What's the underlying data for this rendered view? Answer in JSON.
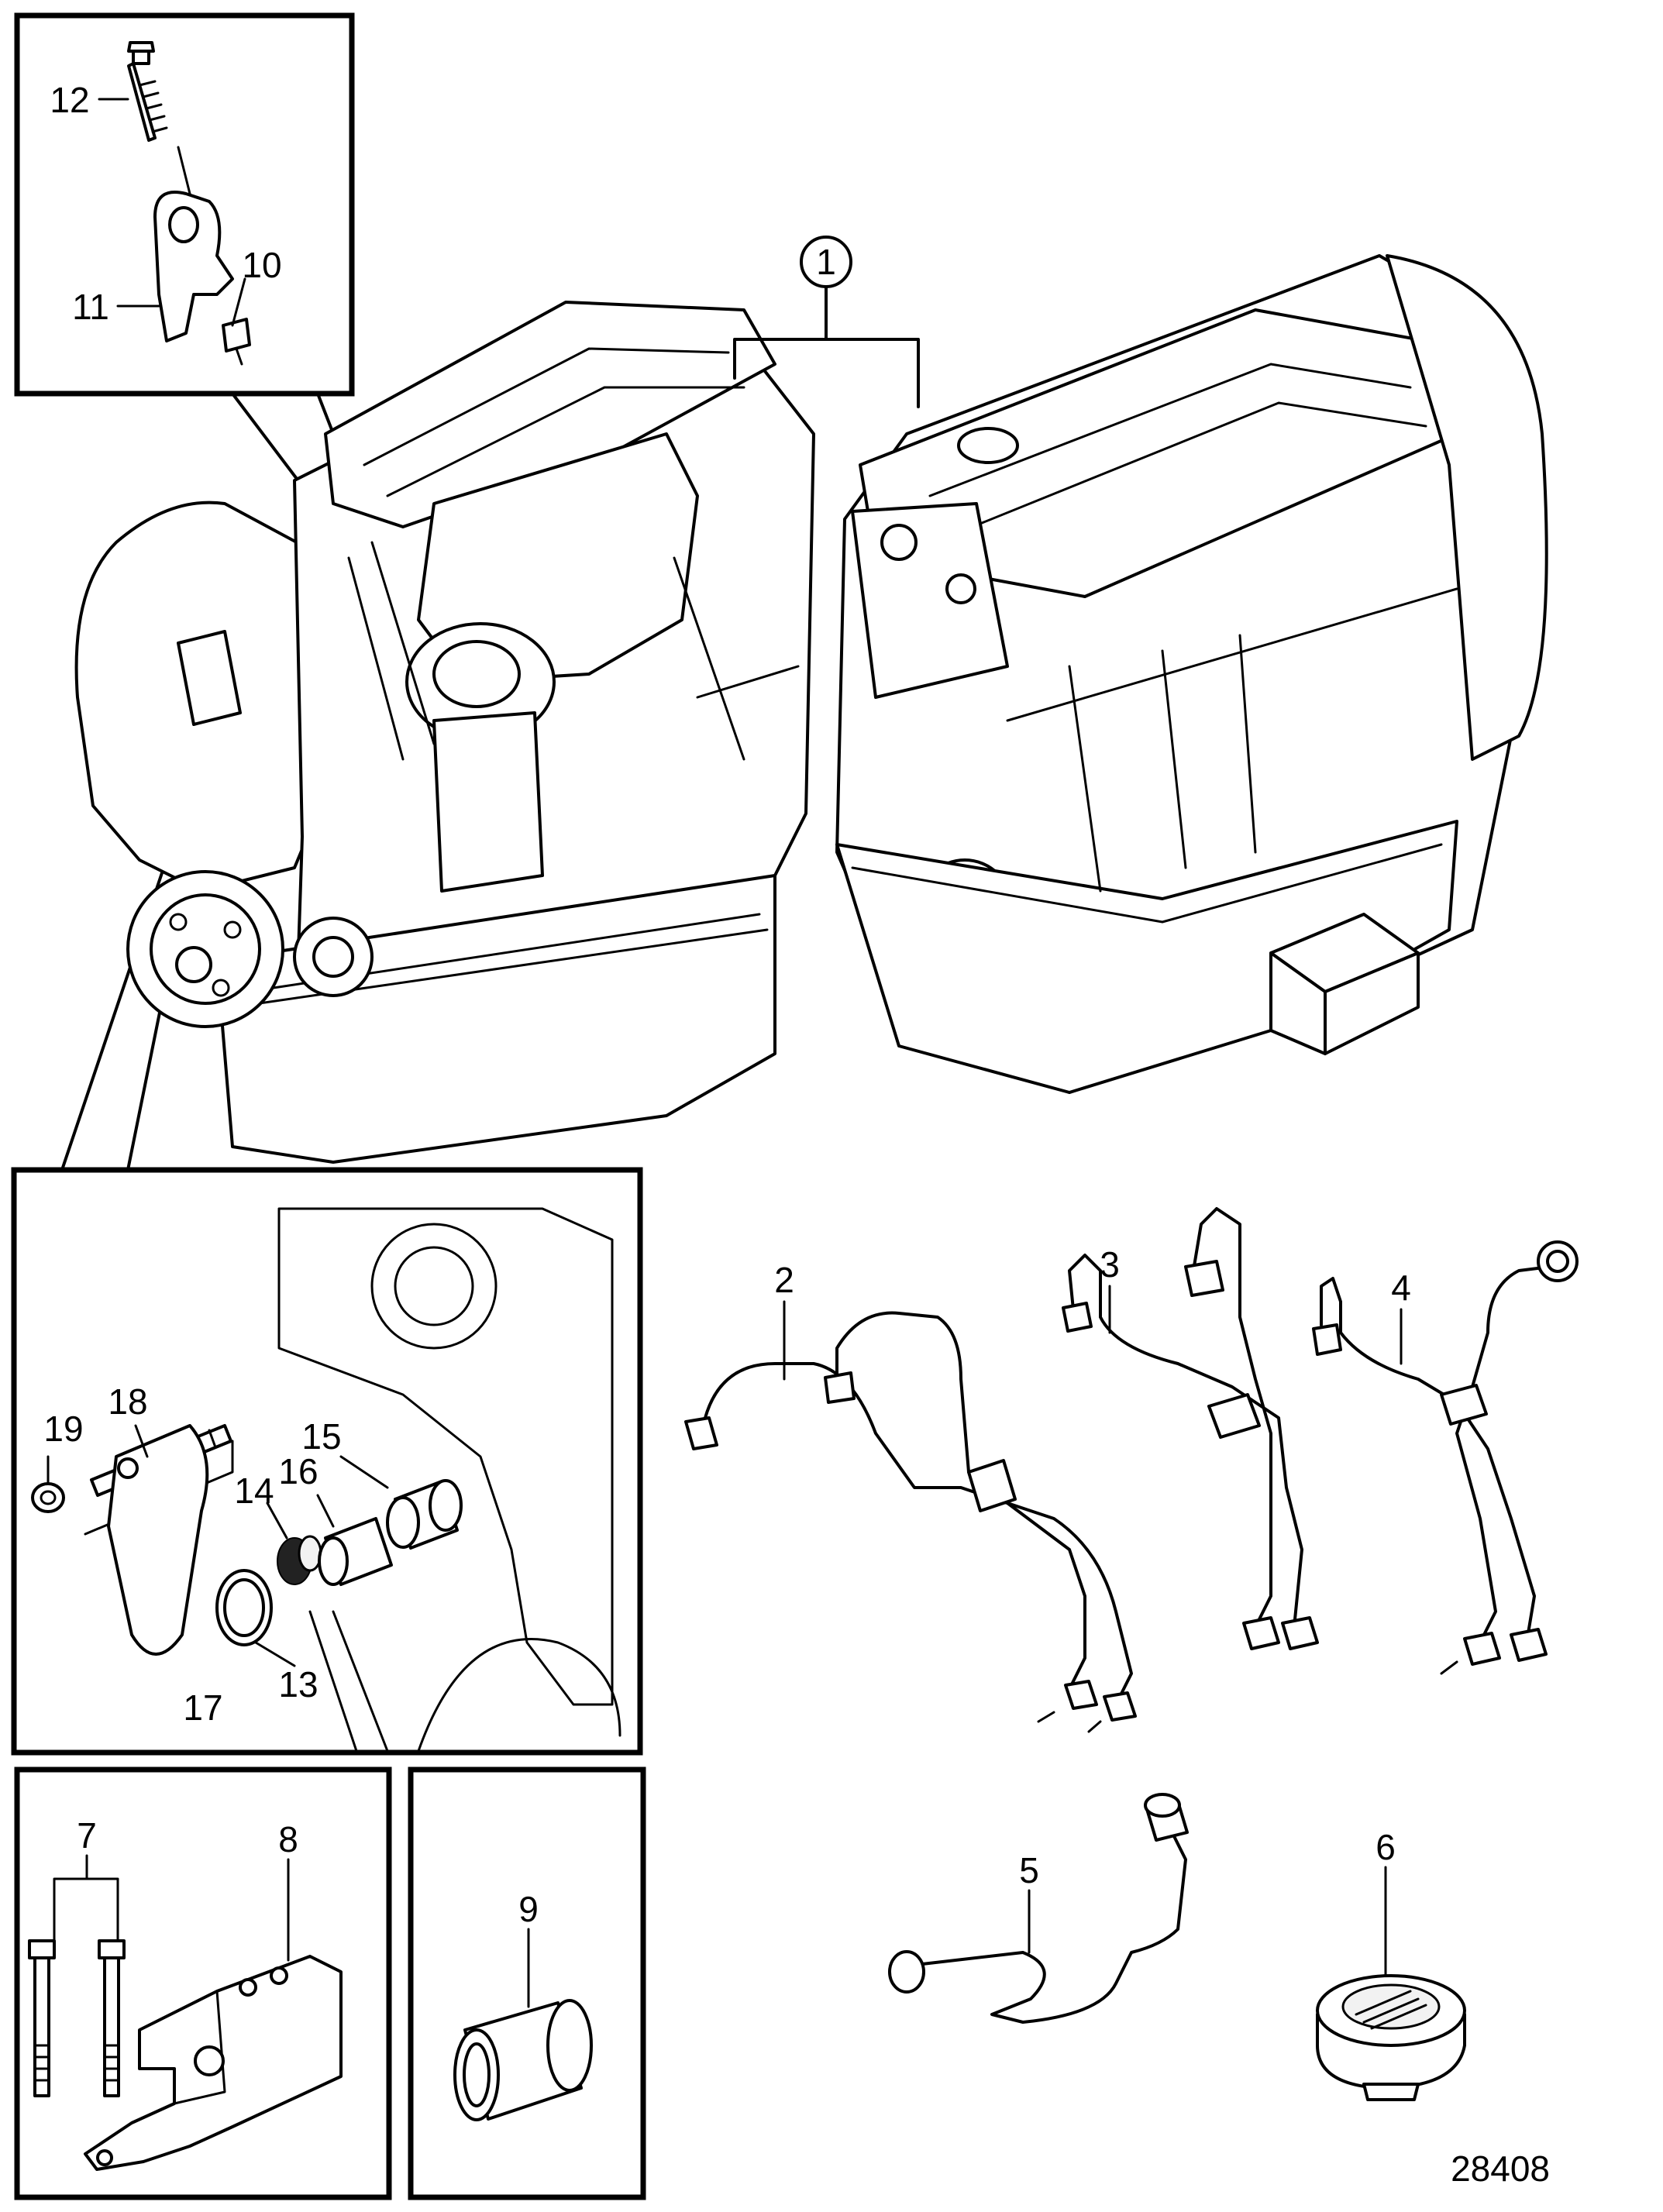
{
  "figure_id": "28408",
  "labels": {
    "l1": "1",
    "l2": "2",
    "l3": "3",
    "l4": "4",
    "l5": "5",
    "l6": "6",
    "l7": "7",
    "l8": "8",
    "l9": "9",
    "l10": "10",
    "l11": "11",
    "l12": "12",
    "l13": "13",
    "l14": "14",
    "l15": "15",
    "l16": "16",
    "l17": "17",
    "l18": "18",
    "l19": "19"
  }
}
